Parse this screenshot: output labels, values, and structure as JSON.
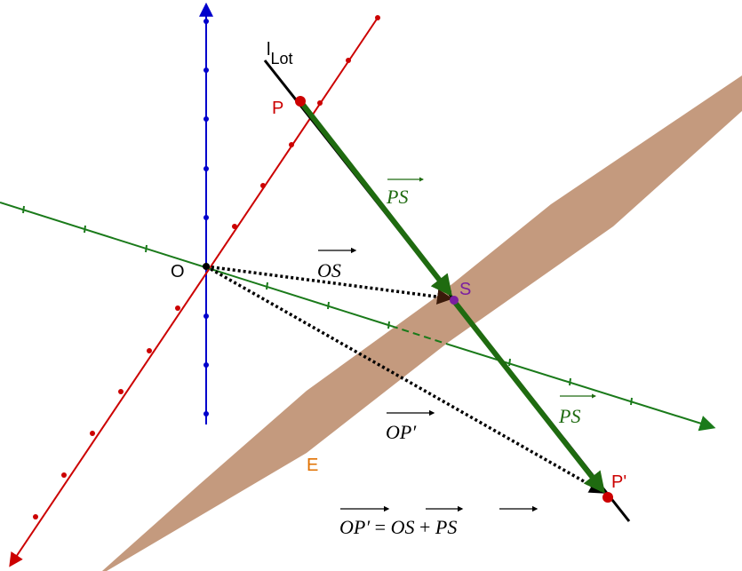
{
  "labels": {
    "origin": "O",
    "point_p": "P",
    "point_s": "S",
    "point_p_prime": "P'",
    "plane": "E",
    "line_l": "l",
    "line_l_sub": "Lot"
  },
  "vectors": {
    "ps_top": "PS",
    "os": "OS",
    "op_prime": "OP′",
    "ps_right": "PS"
  },
  "equation": {
    "lhs": "OP′",
    "equals": " = ",
    "term1": "OS",
    "plus": " + ",
    "term2": "PS"
  },
  "colors": {
    "x_axis": "#cc0000",
    "y_axis": "#1a7a1a",
    "z_axis": "#0000cc",
    "plane": "#c49a7e",
    "vector_ps": "#1f6b10",
    "lot_line": "#000000",
    "point_p": "#cc0000",
    "point_s": "#7a1fa0",
    "plane_label": "#e07000"
  }
}
